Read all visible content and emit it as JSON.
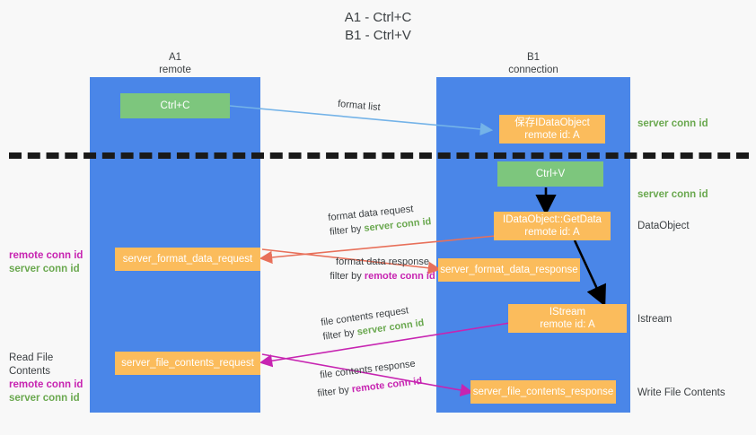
{
  "title": "A1 - Ctrl+C\nB1 - Ctrl+V",
  "lanes": [
    {
      "id": "a1",
      "name": "A1",
      "sub": "remote",
      "header": "A1\nremote"
    },
    {
      "id": "b1",
      "name": "B1",
      "sub": "connection",
      "header": "B1\nconnection"
    }
  ],
  "nodes": {
    "ctrl_c": "Ctrl+C",
    "ctrl_v": "Ctrl+V",
    "save_idataobject": "保存IDataObject\nremote id: A",
    "getdata": "IDataObject::GetData\nremote id: A",
    "istream": "IStream\nremote id: A",
    "server_format_data_request": "server_format_data_request",
    "server_format_data_response": "server_format_data_response",
    "server_file_contents_request": "server_file_contents_request",
    "server_file_contents_response": "server_file_contents_response"
  },
  "right_labels": {
    "server_conn_id_top": "server conn id",
    "server_conn_id_mid": "server conn id",
    "dataobject": "DataObject",
    "istream": "Istream",
    "write_file_contents": "Write File Contents"
  },
  "left_labels": {
    "format_block": {
      "remote": "remote conn id",
      "server": "server conn id"
    },
    "file_block": {
      "title": "Read File Contents",
      "remote": "remote conn id",
      "server": "server conn id"
    }
  },
  "edges": {
    "format_list": {
      "line1": "format list"
    },
    "format_data_request": {
      "line1": "format data request",
      "filter_prefix": "filter by ",
      "filter_key": "server conn id"
    },
    "format_data_response": {
      "line1": "format data response",
      "filter_prefix": "filter by ",
      "filter_key": "remote conn id"
    },
    "file_contents_request": {
      "line1": "file contents request",
      "filter_prefix": "filter by ",
      "filter_key": "server conn id"
    },
    "file_contents_response": {
      "line1": "file contents response",
      "filter_prefix": "filter by ",
      "filter_key": "remote conn id"
    }
  },
  "colors": {
    "lane_blue": "#4a86e8",
    "node_green": "#7dc67d",
    "node_orange": "#fbbc5c",
    "server_conn_green": "#6aa84f",
    "remote_conn_pink": "#c724b1",
    "arrow_red": "#e8705a",
    "arrow_lightblue": "#74b3e8",
    "arrow_magenta": "#c724b1",
    "arrow_black": "#000000",
    "background": "#f8f8f8"
  }
}
